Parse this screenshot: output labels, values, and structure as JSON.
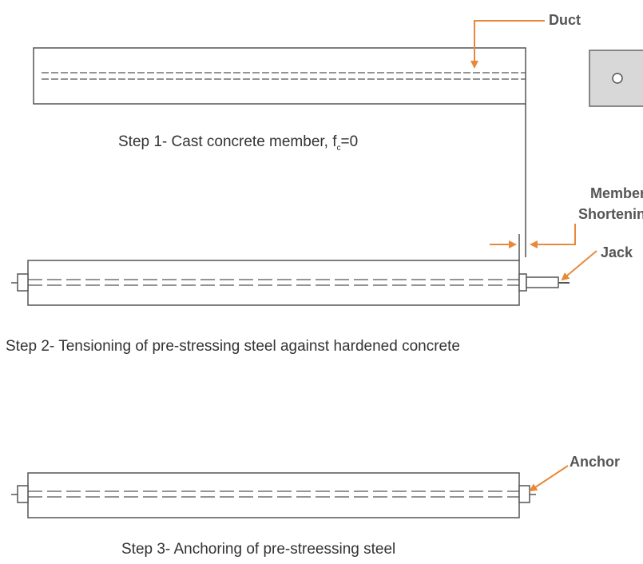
{
  "labels": {
    "duct": "Duct",
    "member": "Member",
    "shortening": "Shortening",
    "jack": "Jack",
    "anchor": "Anchor"
  },
  "steps": {
    "step1_prefix": "Step 1- Cast concrete member, f",
    "step1_subscript": "c",
    "step1_suffix": "=0",
    "step2": "Step 2- Tensioning of pre-stressing steel against hardened concrete",
    "step3": "Step 3- Anchoring of pre-streessing steel"
  },
  "colors": {
    "accent": "#E8893A",
    "outline": "#555555",
    "member_fill": "#ffffff",
    "section_fill": "#d8d8d8",
    "text": "#333333"
  }
}
